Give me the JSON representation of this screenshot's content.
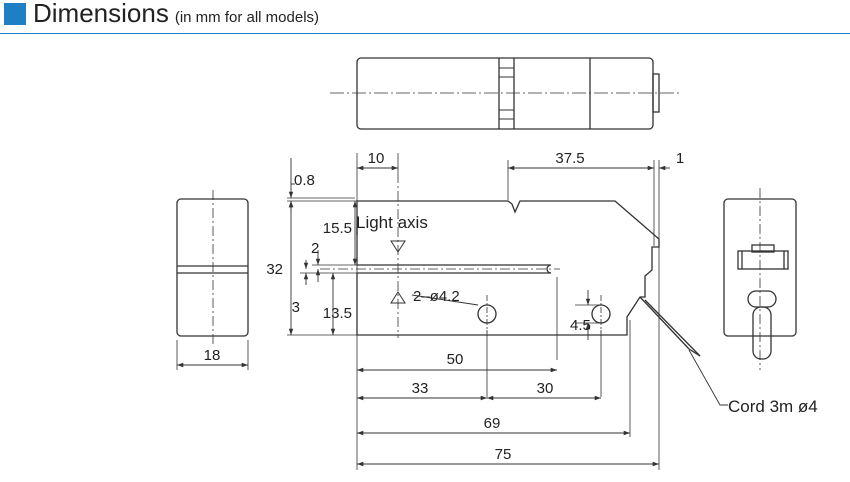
{
  "header": {
    "title": "Dimensions",
    "subtitle": "(in mm for all models)",
    "accent_color": "#1e7fc4"
  },
  "drawing": {
    "dims": {
      "d10": "10",
      "d37_5": "37.5",
      "d1": "1",
      "d0_8": "0.8",
      "d15_5": "15.5",
      "d2": "2",
      "d32": "32",
      "d3": "3",
      "d13_5": "13.5",
      "d18": "18",
      "d4_5": "4.5",
      "d50": "50",
      "d33": "33",
      "d30": "30",
      "d69": "69",
      "d75": "75"
    },
    "labels": {
      "light_axis": "Light axis",
      "holes": "2–ø4.2",
      "cord": "Cord 3m ø4"
    },
    "icons": [
      "light-axis-arrow-icon",
      "mounting-hole-icon",
      "cord-gland-icon"
    ]
  }
}
